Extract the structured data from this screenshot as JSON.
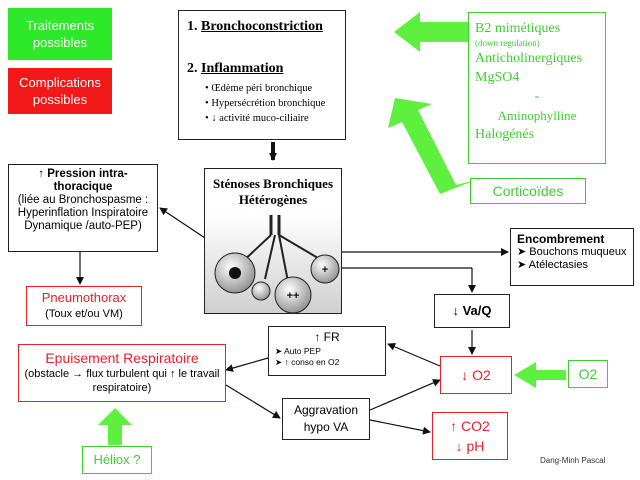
{
  "legend": {
    "treatments": "Traitements possibles",
    "complications": "Complications possibles"
  },
  "mechanisms": {
    "item1_num": "1.",
    "item1": "Bronchoconstriction",
    "item2_num": "2.",
    "item2": "Inflammation",
    "bullets": [
      "Œdème péri bronchique",
      "Hypersécrétion bronchique",
      "↓ activité muco-ciliaire"
    ]
  },
  "treatments": {
    "b2": "B2 mimétiques",
    "b2_note": "(down regulation)",
    "anticholinergic": "Anticholinergiques",
    "mgso4": "MgSO4",
    "dash": "-",
    "aminophylline": "Aminophylline",
    "halogenes": "Halogénés"
  },
  "corticoides": "Corticoïdes",
  "stenoses": {
    "title": "Sténoses Bronchiques Hétérogènes",
    "plus": "+",
    "plusplus": "++"
  },
  "pression": {
    "title": "↑ Pression intra-thoracique",
    "desc": "(liée au Bronchospasme : Hyperinflation Inspiratoire Dynamique /auto-PEP)"
  },
  "encombrement": {
    "title": "Encombrement",
    "bullets": [
      "Bouchons muqueux",
      "Atélectasies"
    ]
  },
  "pneumothorax": {
    "title": "Pneumothorax",
    "desc": "(Toux et/ou VM)"
  },
  "vaq": "↓ Va/Q",
  "fr": {
    "title": "↑ FR",
    "bullets": [
      "Auto PEP",
      "↑ conso en O2"
    ]
  },
  "epuisement": {
    "title": "Epuisement Respiratoire",
    "desc": "(obstacle → flux turbulent qui ↑ le travail respiratoire)"
  },
  "o2_low": "↓ O2",
  "o2_treat": "O2",
  "aggravation": "Aggravation hypo VA",
  "co2": "↑  CO2",
  "ph": "↓ pH",
  "heliox": "Héliox ?",
  "author": "Dang-Minh Pascal",
  "colors": {
    "green": "#3ecf2f",
    "red": "#e8202a",
    "legend_green": "#2ee82a",
    "legend_red": "#f01818"
  }
}
